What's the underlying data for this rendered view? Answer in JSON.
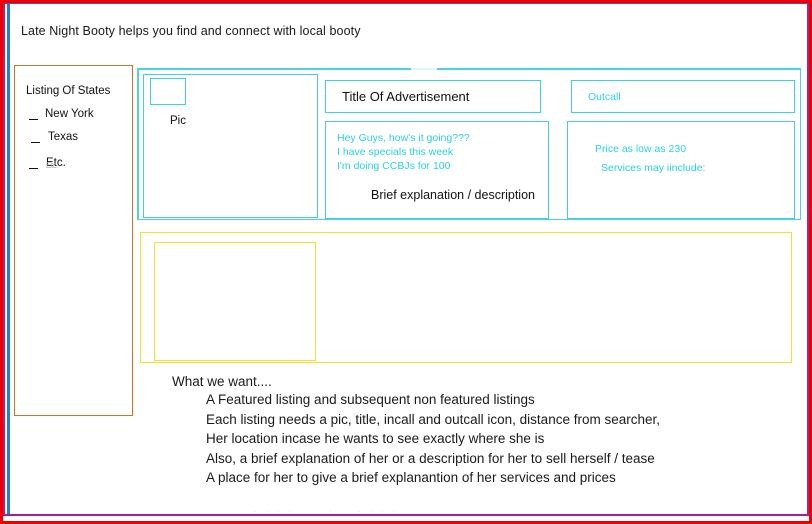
{
  "header": {
    "tagline": "Late Night Booty helps you find and connect with local booty"
  },
  "sidebar": {
    "title": "Listing Of States",
    "items": [
      {
        "label": "New York"
      },
      {
        "label": "Texas"
      },
      {
        "label": "Etc."
      }
    ],
    "border_color": "#c8742a"
  },
  "listing": {
    "pic": {
      "label": "Pic",
      "thumb_name": "thumbnail-placeholder"
    },
    "title": {
      "text": "Title Of Advertisement"
    },
    "description": {
      "lines": [
        "Hey Guys, how's it going???",
        "I have specials this week",
        "I'm doing CCBJs for 100"
      ],
      "caption": "Brief explanation / description"
    },
    "outcall": {
      "label": "Outcall"
    },
    "pricing": {
      "lines": [
        "Price as low as 230",
        "Services may iinclude:"
      ]
    },
    "accent_color": "#3ecfe3",
    "text_color": "#29d2e4"
  },
  "second_listing": {
    "outer_name": "second-listing-row",
    "inner_name": "second-listing-pic-box",
    "border_color": "#f5e032"
  },
  "notes": {
    "heading": "What we want....",
    "lines": [
      "A Featured listing and subsequent non featured listings",
      "Each listing needs a pic, title, incall and outcall icon, distance from searcher,",
      "Her location incase he wants to see exactly where she is",
      "Also, a brief explanation of her or a description for her to sell herself / tease",
      "A place for her to give a brief explanantion of her services and prices"
    ]
  },
  "frame": {
    "outer_color": "#ee0000",
    "inner_color": "#a6228f",
    "accent_color": "#1d7fd8"
  }
}
